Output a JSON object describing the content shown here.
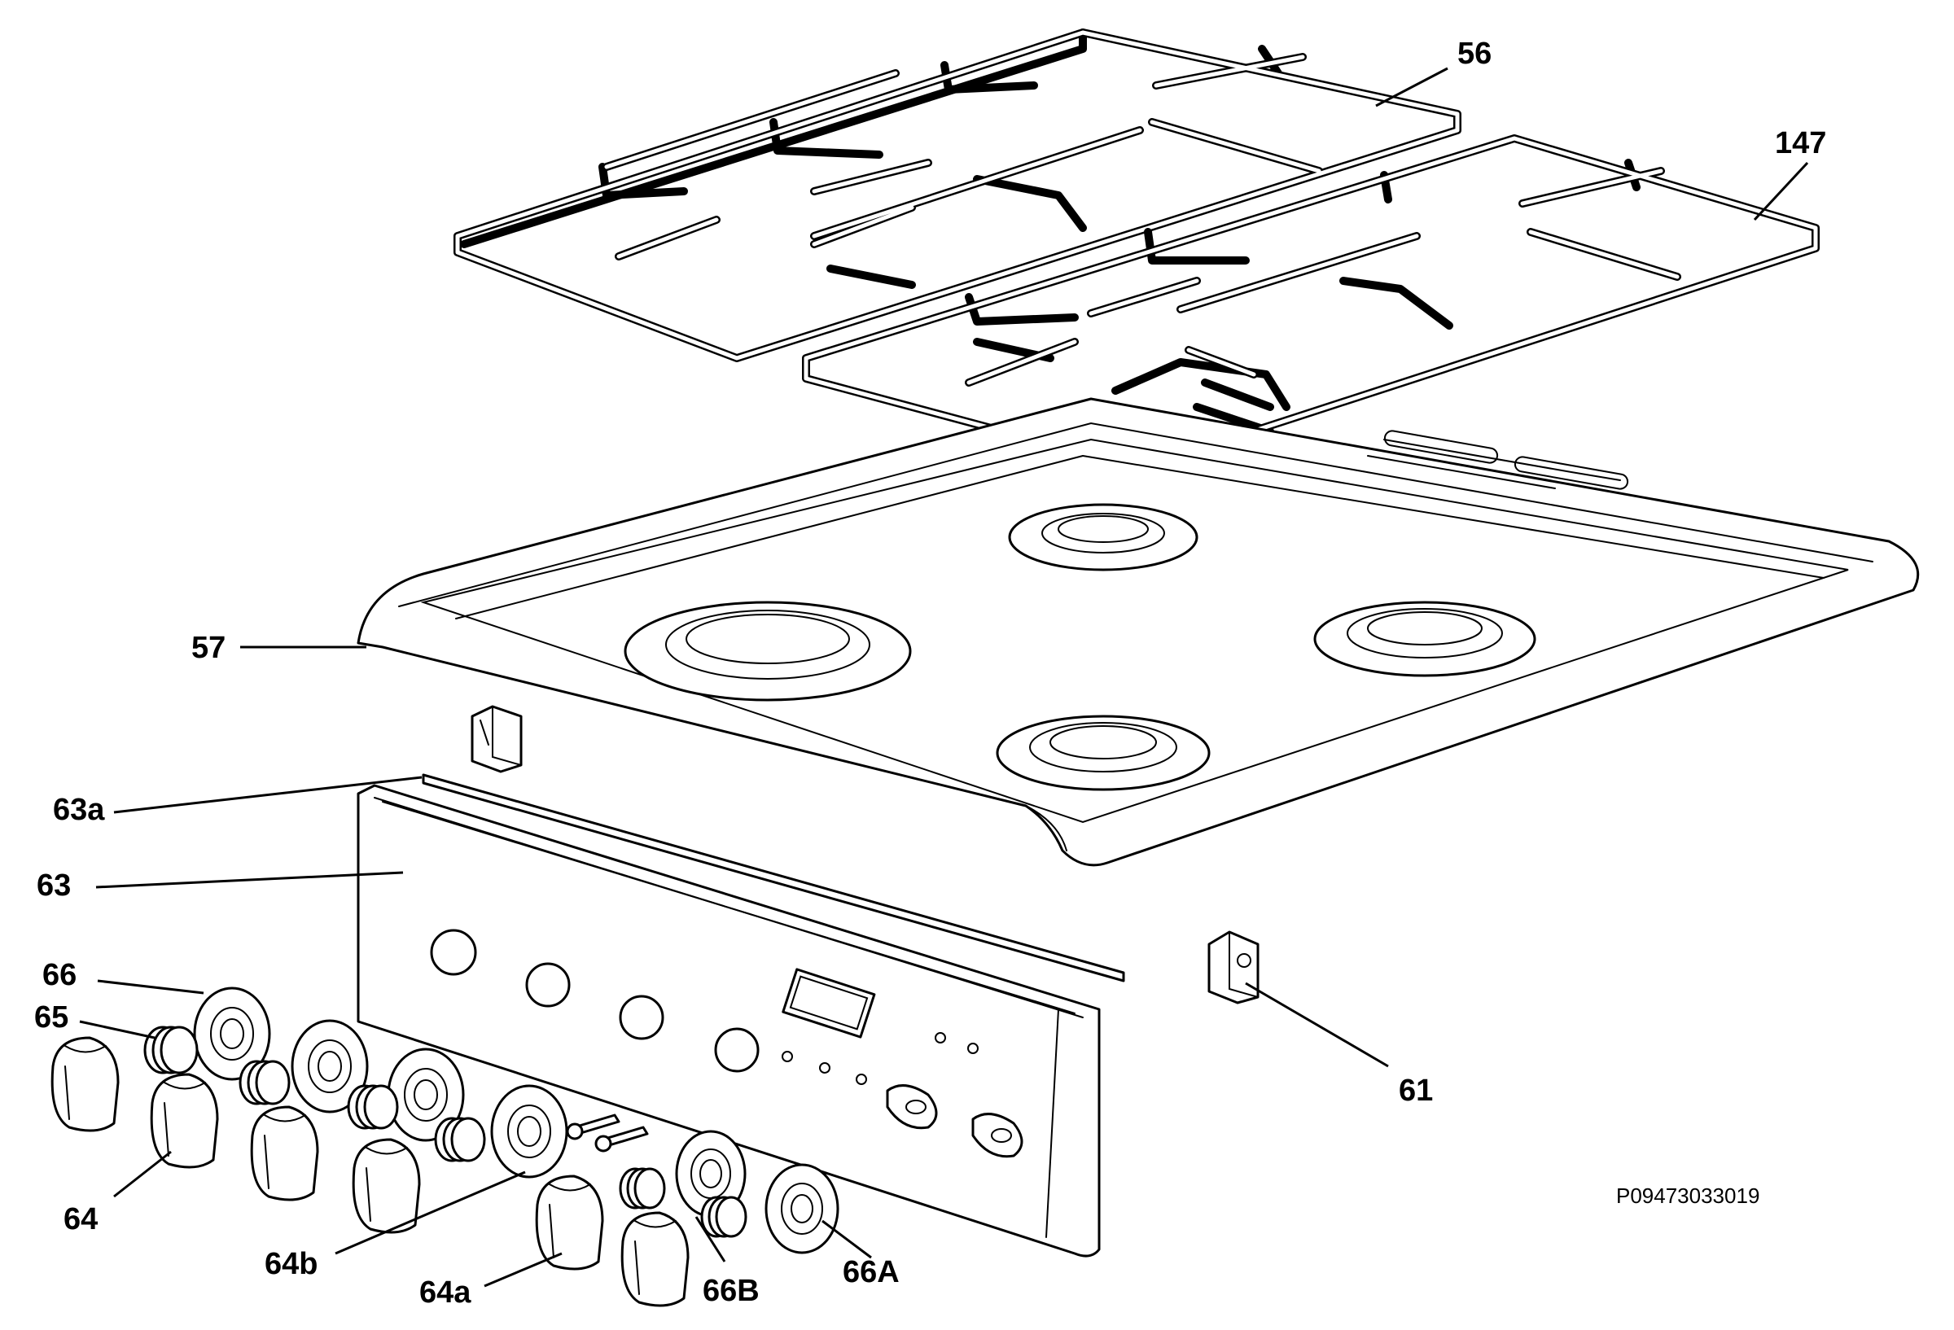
{
  "diagram": {
    "drawing_number": "P09473033019",
    "labels": {
      "l56": "56",
      "l147": "147",
      "l57": "57",
      "l63a": "63a",
      "l63": "63",
      "l66": "66",
      "l65": "65",
      "l64": "64",
      "l64b": "64b",
      "l64a": "64a",
      "l66B": "66B",
      "l66A": "66A",
      "l61": "61"
    }
  }
}
